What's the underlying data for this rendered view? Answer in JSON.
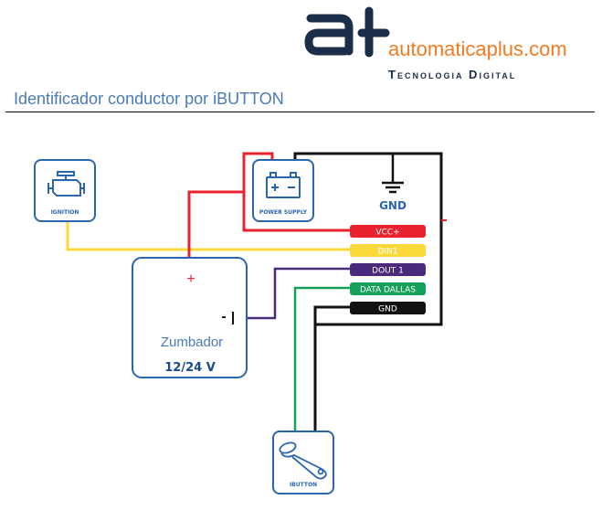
{
  "header": {
    "logo_mark": "a+",
    "brand": "automaticaplus.com",
    "tagline": "Tecnologia Digital",
    "title": "Identificador conductor por iBUTTON"
  },
  "devices": {
    "ignition": "IGNITION",
    "power_supply": "POWER SUPPLY",
    "ground": "GND",
    "buzzer_name": "Zumbador",
    "buzzer_voltage": "12/24 V",
    "buzzer_plus": "+",
    "buzzer_minus": "-",
    "ibutton": "IBUTTON"
  },
  "terminals": [
    {
      "label": "VCC+",
      "color": "#e8222e",
      "text_color": "#ffffff"
    },
    {
      "label": "DIN1",
      "color": "#fcd93b",
      "text_color": "#ffffff"
    },
    {
      "label": "DOUT 1",
      "color": "#4b2a7b",
      "text_color": "#ffffff"
    },
    {
      "label": "DATA DALLAS",
      "color": "#13a05a",
      "text_color": "#ffffff"
    },
    {
      "label": "GND",
      "color": "#111111",
      "text_color": "#ffffff"
    }
  ],
  "colors": {
    "brand_navy": "#1a2e4a",
    "brand_orange": "#f47b20",
    "title_blue": "#4a7ab8",
    "device_blue": "#2b65b0"
  }
}
